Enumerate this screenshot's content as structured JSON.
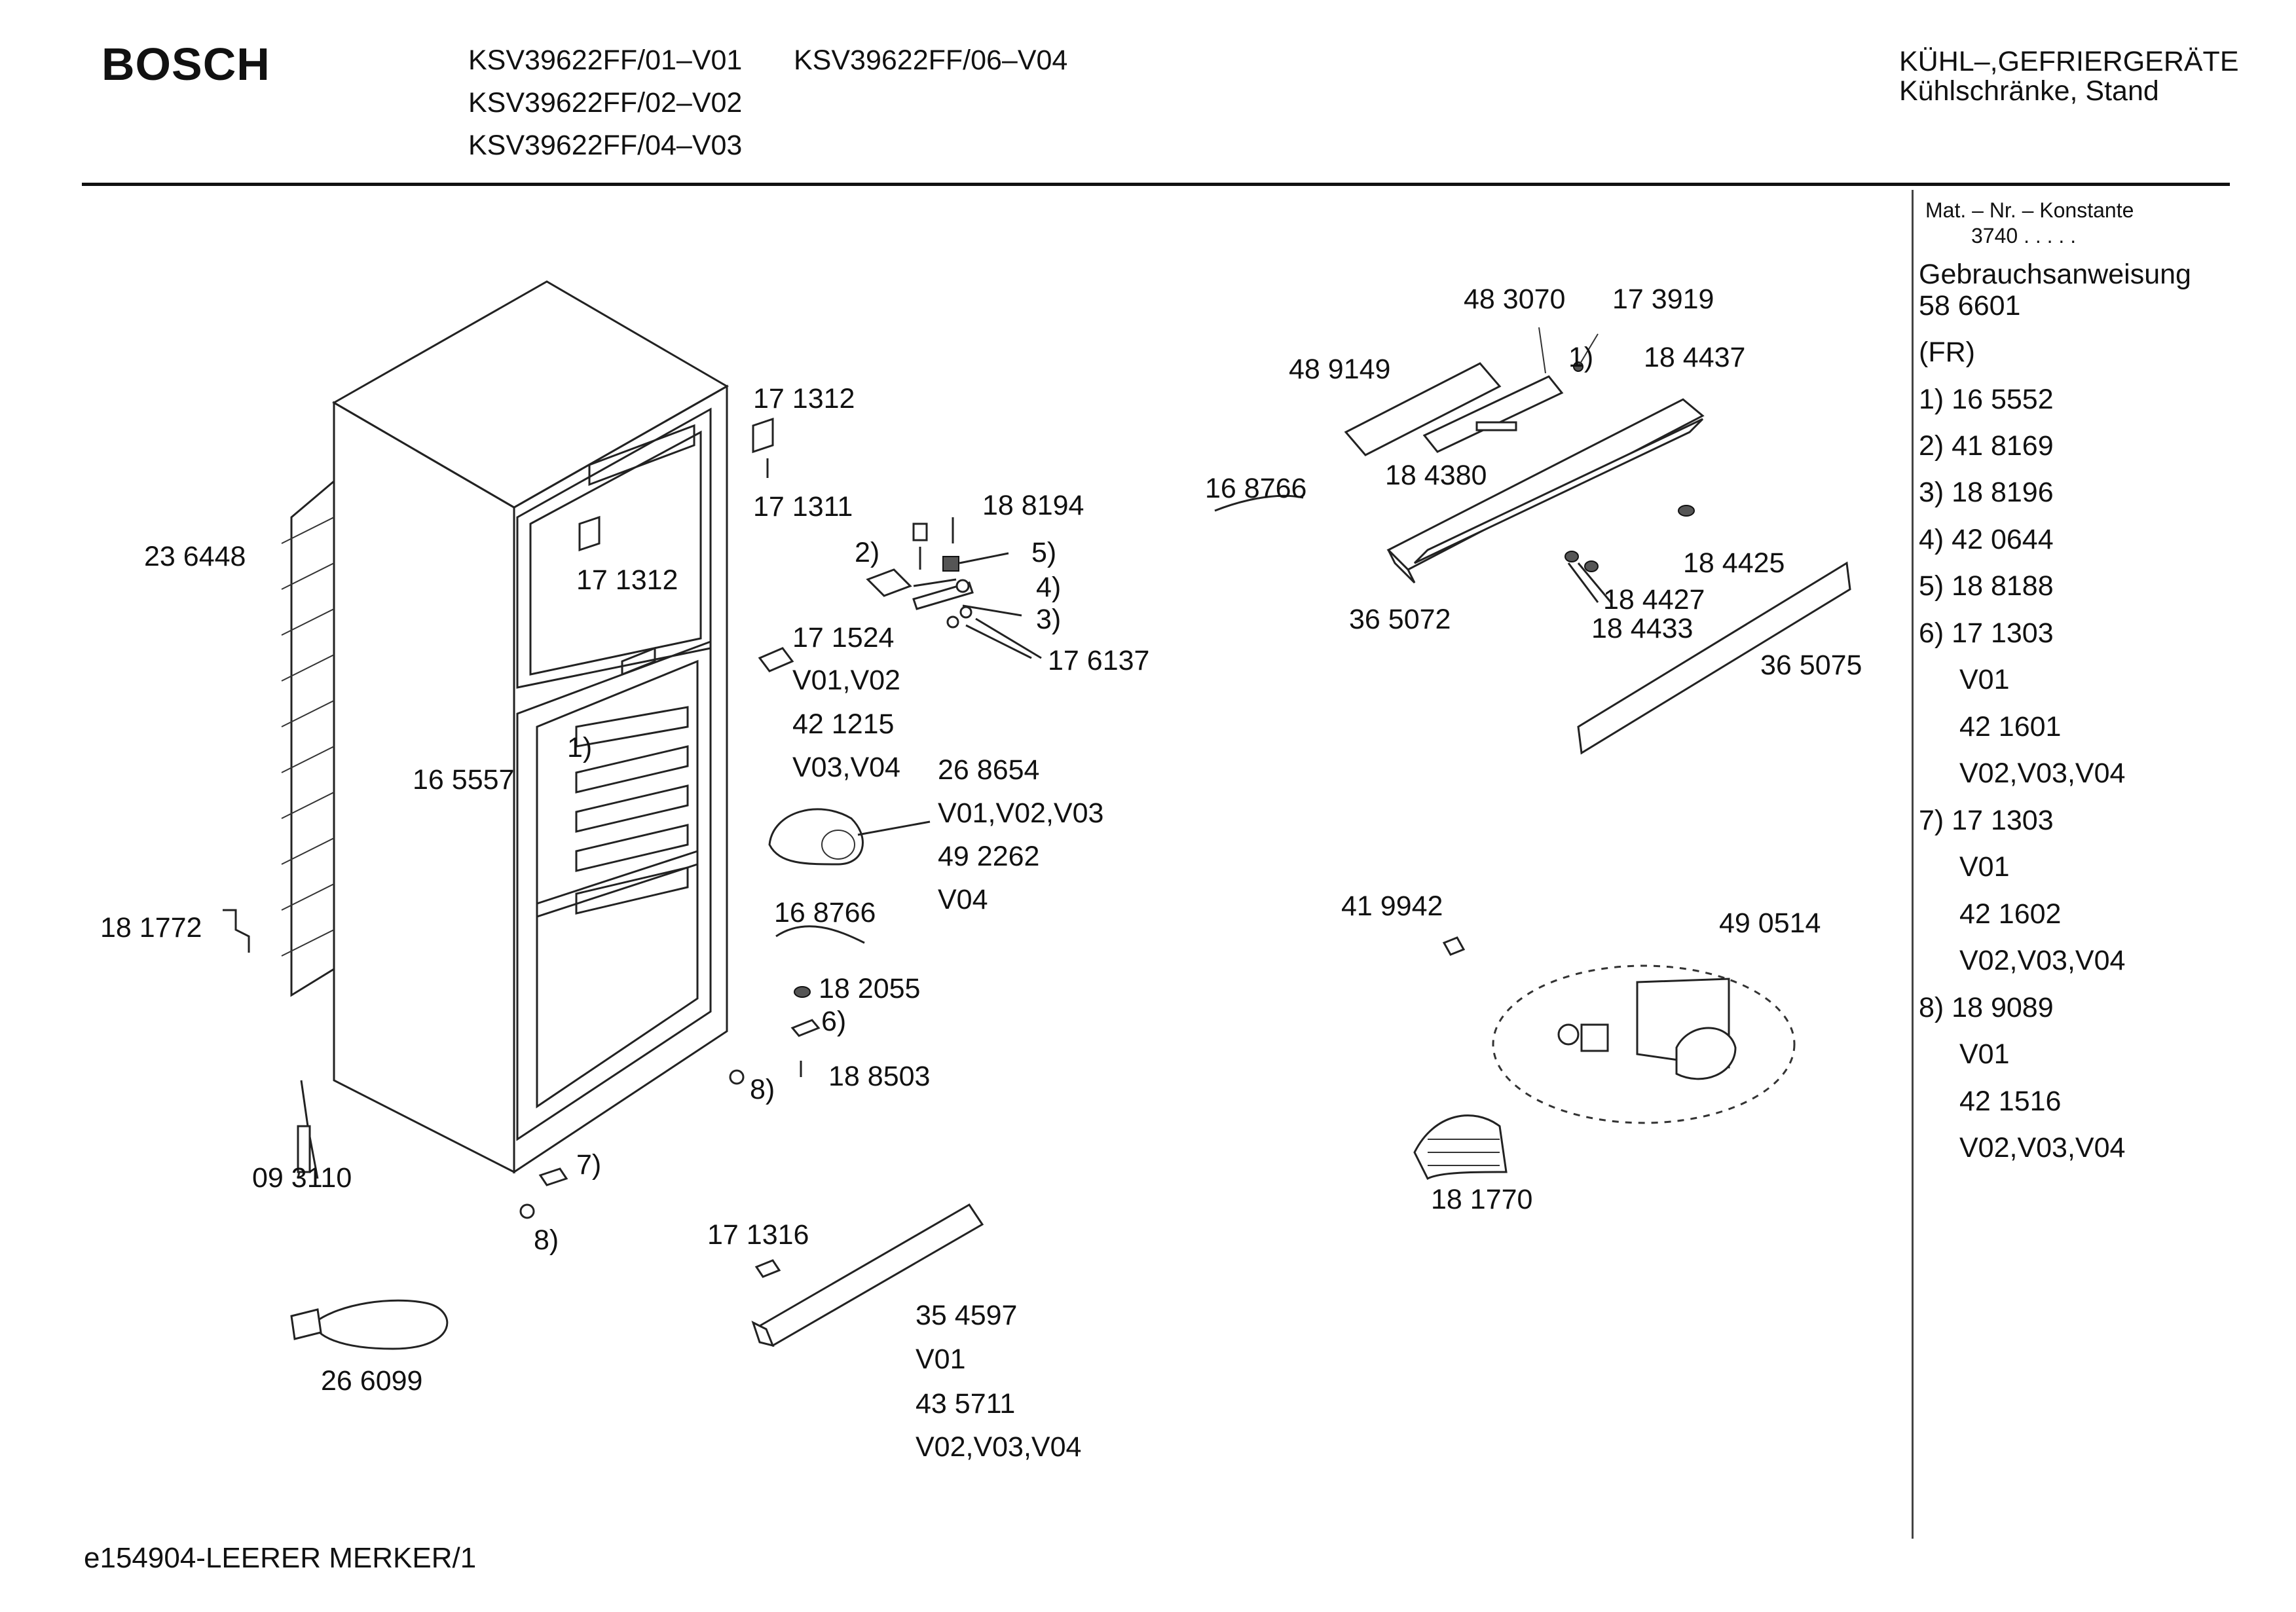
{
  "header": {
    "brand": "BOSCH",
    "models": [
      "KSV39622FF/01–V01",
      "KSV39622FF/06–V04",
      "KSV39622FF/02–V02",
      "KSV39622FF/04–V03"
    ],
    "category_line1": "KÜHL–,GEFRIERGERÄTE",
    "category_line2": "Kühlschränke, Stand"
  },
  "sidebar": {
    "mat_nr_label": "Mat. – Nr. – Konstante",
    "mat_nr_value": "3740  .   .   .   .   .",
    "manual_label": "Gebrauchsanweisung",
    "manual_number": "58 6601",
    "language": "(FR)",
    "items": [
      "1)  16 5552",
      "2)  41 8169",
      "3)  18 8196",
      "4)  42 0644",
      "5)  18 8188",
      "6)  17 1303",
      "V01",
      "42 1601",
      "V02,V03,V04",
      "7)  17 1303",
      "V01",
      "42 1602",
      "V02,V03,V04",
      "8)  18 9089",
      "V01",
      "42 1516",
      "V02,V03,V04"
    ]
  },
  "labels": {
    "l236448": "23 6448",
    "l171312a": "17 1312",
    "l171311": "17 1311",
    "l171312b": "17 1312",
    "l188194": "18 8194",
    "l2": "2)",
    "l5": "5)",
    "l4": "4)",
    "l3": "3)",
    "l171524": "17 1524",
    "l176137": "17 6137",
    "lv0102a": "V01,V02",
    "l421215": "42 1215",
    "lv0304a": "V03,V04",
    "l268654": "26 8654",
    "lv010203": "V01,V02,V03",
    "l492262": "49 2262",
    "lv04": "V04",
    "l165557": "16 5557",
    "l1a": "1)",
    "l168766a": "16 8766",
    "l182055": "18 2055",
    "l6": "6)",
    "l188503": "18 8503",
    "l8a": "8)",
    "l181772": "18 1772",
    "l093110": "09 3110",
    "l7": "7)",
    "l8b": "8)",
    "l266099": "26 6099",
    "l171316": "17 1316",
    "l354597": "35 4597",
    "lv01": "V01",
    "l435711": "43 5711",
    "lv020304": "V02,V03,V04",
    "l483070": "48 3070",
    "l173919": "17 3919",
    "l489149": "48 9149",
    "l1b": "1)",
    "l184437": "18 4437",
    "l184380": "18 4380",
    "l168766b": "16 8766",
    "l184425": "18 4425",
    "l365072": "36 5072",
    "l184427": "18 4427",
    "l184433": "18 4433",
    "l365075": "36 5075",
    "l419942": "41 9942",
    "l490514": "49 0514",
    "l181770": "18 1770"
  },
  "footer": "e154904-LEERER MERKER/1"
}
